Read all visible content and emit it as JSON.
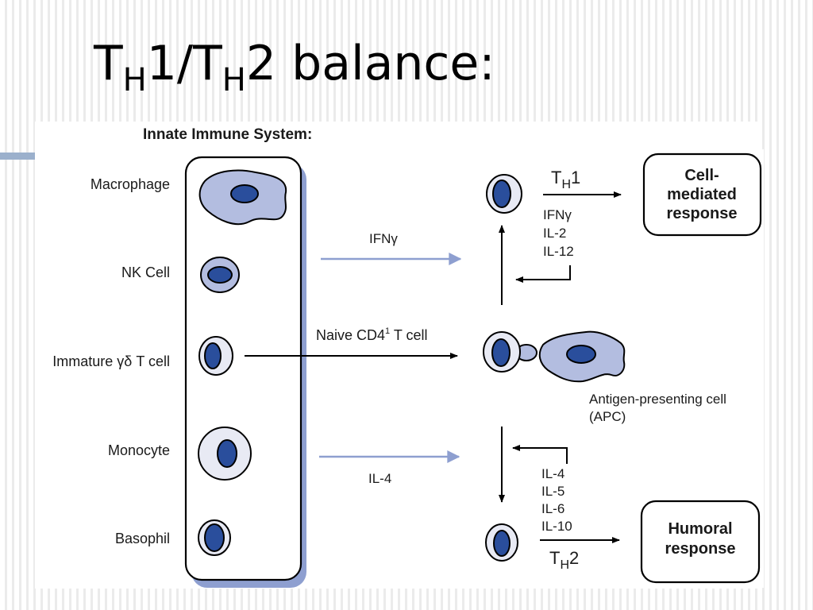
{
  "slide": {
    "title_parts": [
      "T",
      "H",
      "1/T",
      "H",
      "2 balance:"
    ]
  },
  "diagram": {
    "header": "Innate Immune System:",
    "innate_cells": [
      "Macrophage",
      "NK Cell",
      "Immature γδ T cell",
      "Monocyte",
      "Basophil"
    ],
    "signals": {
      "ifn": "IFNγ",
      "naive": "Naive CD4",
      "naive_sup": "1",
      "naive_suffix": " T cell",
      "il4": "IL-4"
    },
    "th1": {
      "label_main": "T",
      "label_sub": "H",
      "label_num": "1",
      "cytokines": [
        "IFNγ",
        "IL-2",
        "IL-12"
      ],
      "response_lines": [
        "Cell-",
        "mediated",
        "response"
      ]
    },
    "th2": {
      "label_main": "T",
      "label_sub": "H",
      "label_num": "2",
      "cytokines": [
        "IL-4",
        "IL-5",
        "IL-6",
        "IL-10"
      ],
      "response_lines": [
        "Humoral",
        "response"
      ]
    },
    "apc_lines": [
      "Antigen-presenting cell",
      "(APC)"
    ],
    "colors": {
      "cell_fill": "#b3bde0",
      "light_fill": "#e8eaf4",
      "nucleus": "#2a4e9c",
      "blue_arrow": "#8e9fd0",
      "outline": "#000000",
      "panel_shadow": "#8e9fd0"
    }
  }
}
